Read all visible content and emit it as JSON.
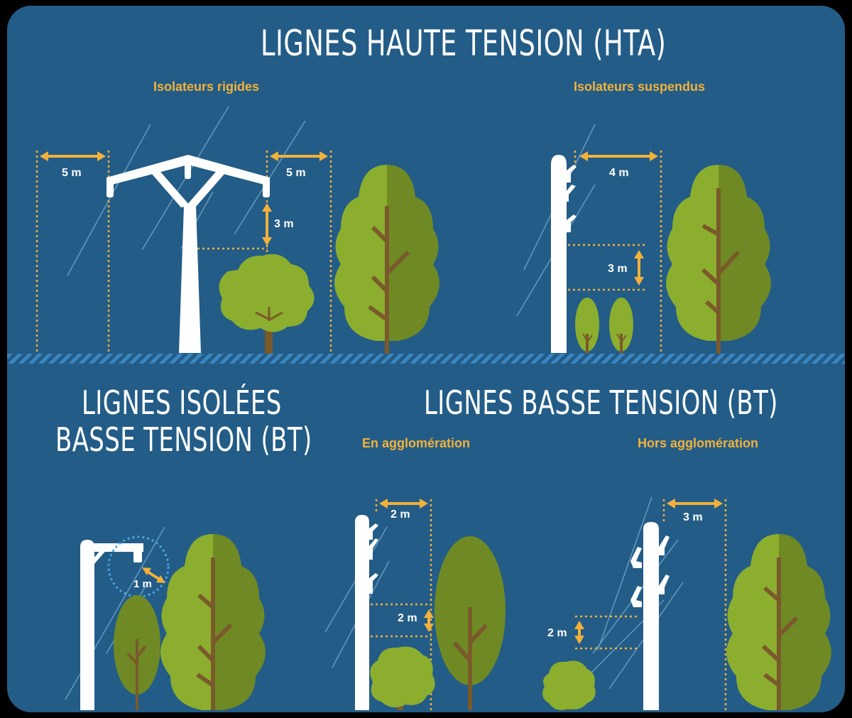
{
  "colors": {
    "background": "#235c87",
    "accent": "#f2b13a",
    "pole": "#ffffff",
    "tree_light": "#8cae2e",
    "tree_dark": "#6f8a24",
    "trunk": "#7a5a2a"
  },
  "sections": {
    "hta": {
      "title": "LIGNES HAUTE TENSION (HTA)",
      "left_subtitle": "Isolateurs rigides",
      "right_subtitle": "Isolateurs suspendus",
      "left_dims": {
        "left_width": "5 m",
        "right_width": "5 m",
        "height": "3 m"
      },
      "right_dims": {
        "width": "4 m",
        "height": "3 m"
      }
    },
    "bt_isolees": {
      "title_line1": "LIGNES ISOLÉES",
      "title_line2": "BASSE TENSION (BT)",
      "radius": "1 m"
    },
    "bt": {
      "title": "LIGNES BASSE TENSION (BT)",
      "left_subtitle": "En agglomération",
      "right_subtitle": "Hors agglomération",
      "left_dims": {
        "width": "2 m",
        "height": "2 m"
      },
      "right_dims": {
        "width": "3 m",
        "height": "2 m"
      }
    }
  }
}
